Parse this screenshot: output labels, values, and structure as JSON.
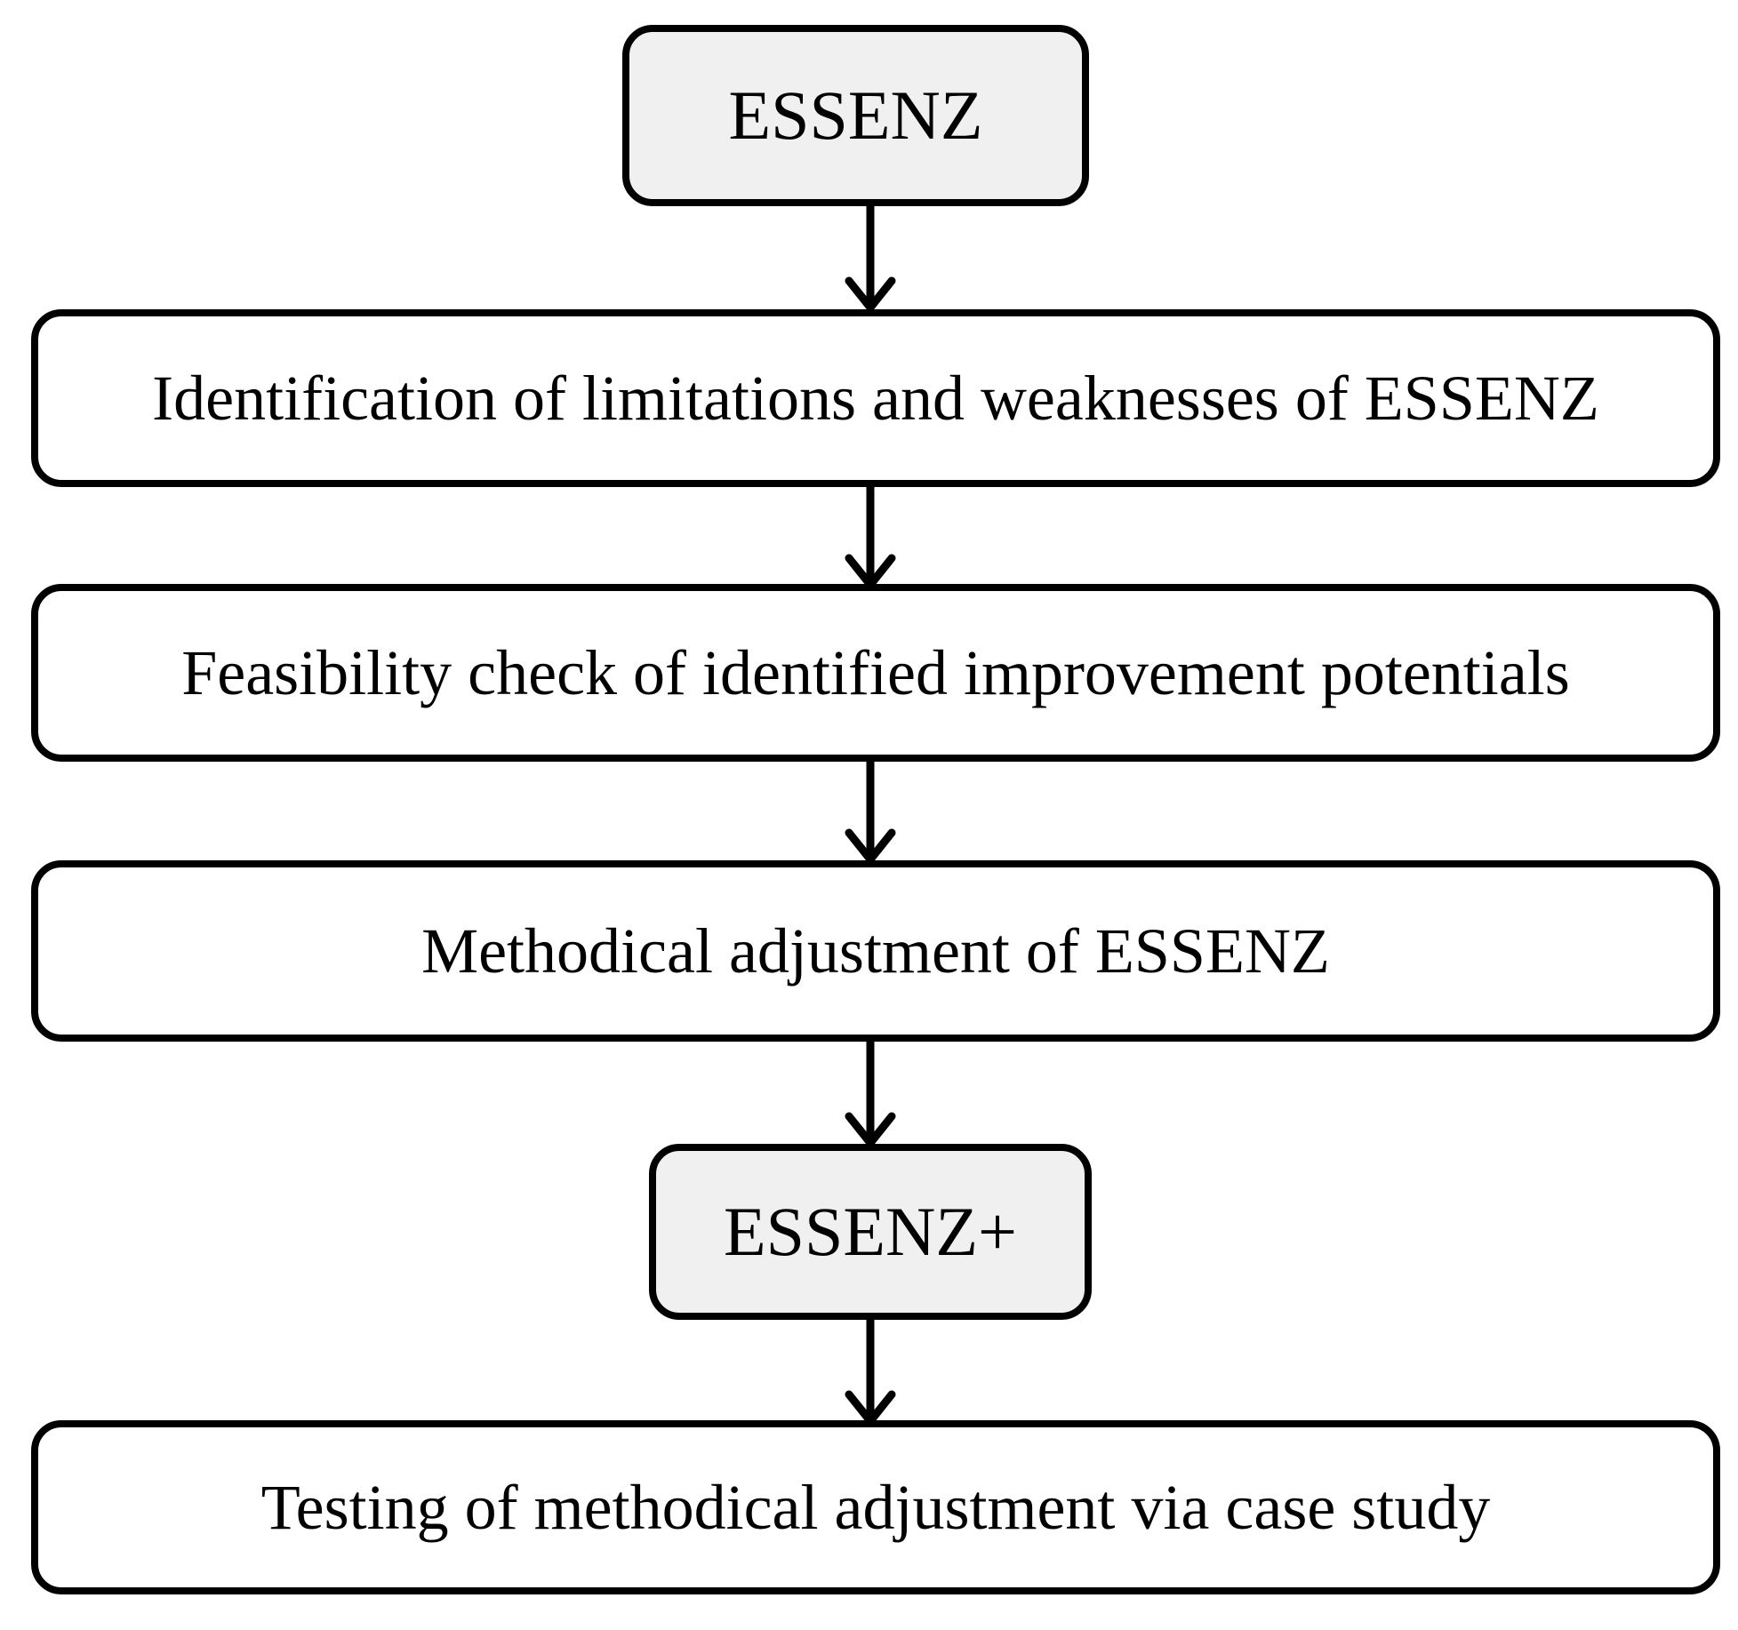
{
  "diagram": {
    "title": "ESSENZ methodical adjustment flowchart",
    "background_color": "#ffffff",
    "border_color": "#000000",
    "terminal_fill_color": "#f0f0f0",
    "process_fill_color": "#ffffff",
    "nodes": [
      {
        "id": "essenz",
        "label": "ESSENZ",
        "shape": "rounded-rectangle",
        "style": "terminal",
        "fill": "#f0f0f0"
      },
      {
        "id": "identification",
        "label": "Identification of limitations and weaknesses of ESSENZ",
        "shape": "rounded-rectangle",
        "style": "process",
        "fill": "#ffffff"
      },
      {
        "id": "feasibility",
        "label": "Feasibility check of identified improvement potentials",
        "shape": "rounded-rectangle",
        "style": "process",
        "fill": "#ffffff"
      },
      {
        "id": "adjustment",
        "label": "Methodical adjustment of ESSENZ",
        "shape": "rounded-rectangle",
        "style": "process",
        "fill": "#ffffff"
      },
      {
        "id": "essenz-plus",
        "label": "ESSENZ+",
        "shape": "rounded-rectangle",
        "style": "terminal",
        "fill": "#f0f0f0"
      },
      {
        "id": "testing",
        "label": "Testing of methodical adjustment via case study",
        "shape": "rounded-rectangle",
        "style": "process",
        "fill": "#ffffff"
      }
    ],
    "edges": [
      {
        "id": "edge-1",
        "from": "essenz",
        "to": "identification",
        "marker": "arrow-down"
      },
      {
        "id": "edge-2",
        "from": "identification",
        "to": "feasibility",
        "marker": "arrow-down"
      },
      {
        "id": "edge-3",
        "from": "feasibility",
        "to": "adjustment",
        "marker": "arrow-down"
      },
      {
        "id": "edge-4",
        "from": "adjustment",
        "to": "essenz-plus",
        "marker": "arrow-down"
      },
      {
        "id": "edge-5",
        "from": "essenz-plus",
        "to": "testing",
        "marker": "arrow-down"
      }
    ]
  }
}
